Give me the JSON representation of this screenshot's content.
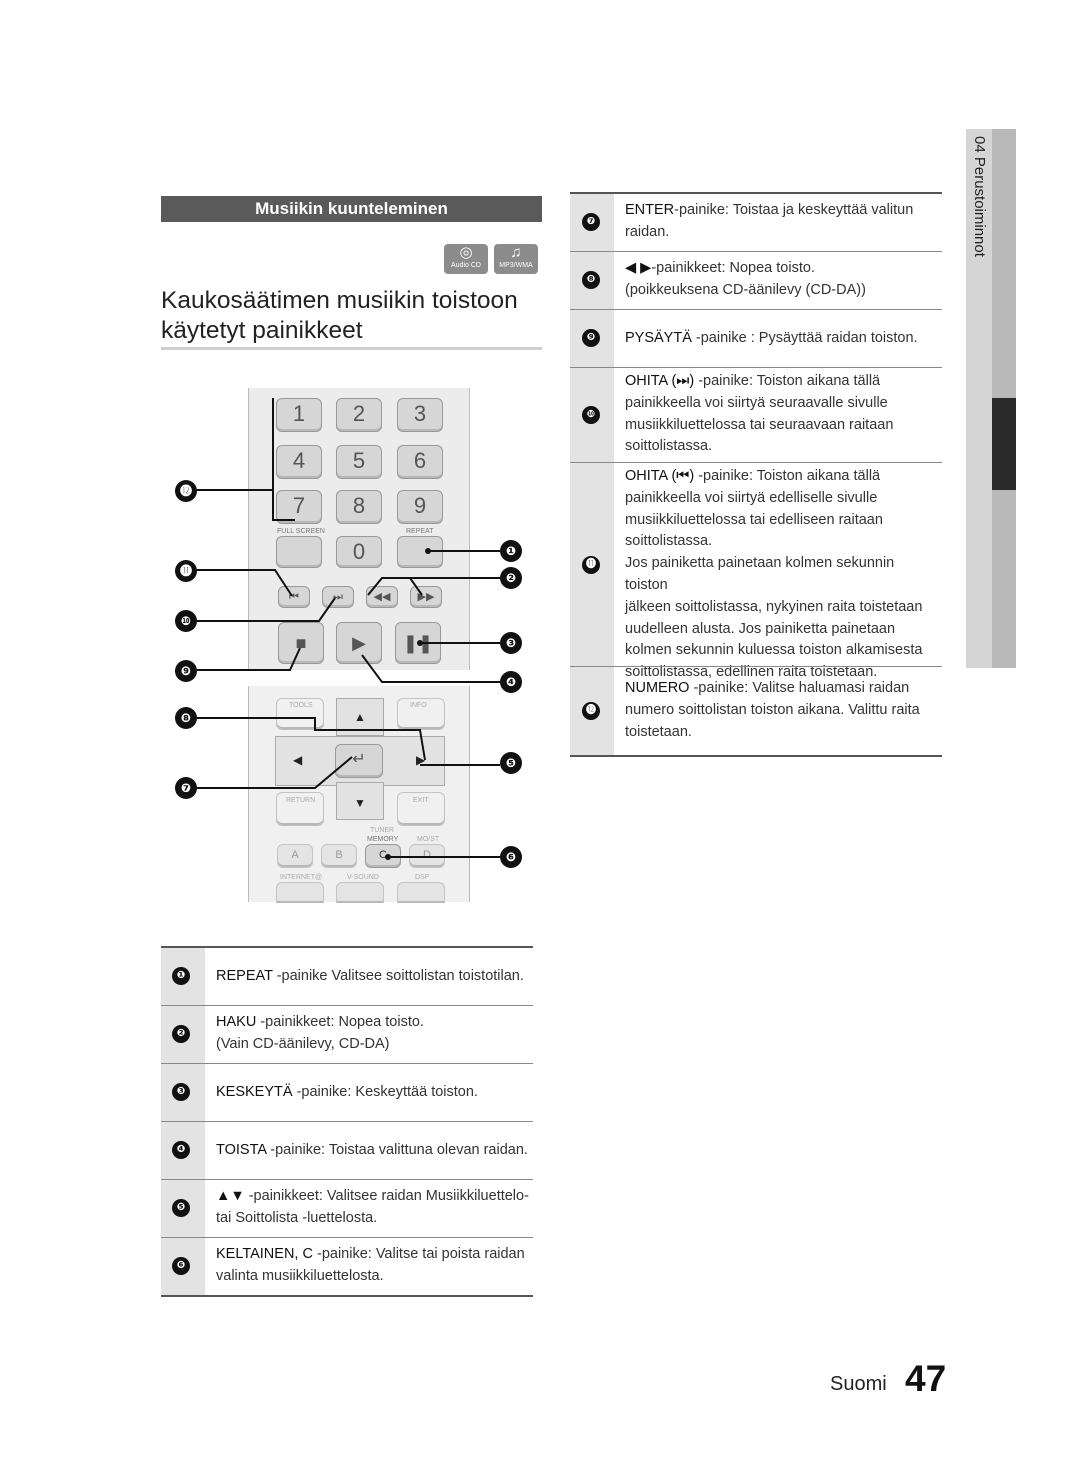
{
  "section_banner": "Musiikin kuunteleminen",
  "disc_icons": [
    {
      "label": "Audio CD",
      "icon": "disc-icon"
    },
    {
      "label": "MP3/WMA",
      "icon": "music-note-icon"
    }
  ],
  "title_line1": "Kaukosäätimen musiikin toistoon",
  "title_line2": "käytetyt painikkeet",
  "remote": {
    "digits": [
      "1",
      "2",
      "3",
      "4",
      "5",
      "6",
      "7",
      "8",
      "9",
      "0"
    ],
    "full_screen": "FULL SCREEN",
    "repeat": "REPEAT",
    "skip_back": "⏮",
    "skip_fwd": "⏭",
    "search_back": "◀◀",
    "search_fwd": "▶▶",
    "stop": "■",
    "play": "▶",
    "pause": "❚❚",
    "tools": "TOOLS",
    "info": "INFO",
    "return": "RETURN",
    "exit": "EXIT",
    "tuner": "TUNER",
    "memory": "MEMORY",
    "mo_st": "MO/ST",
    "color_a": "A",
    "color_b": "B",
    "color_c": "C",
    "color_d": "D",
    "internet": "INTERNET@",
    "vsound": "V-SOUND",
    "dsp": "DSP",
    "up": "▲",
    "down": "▼",
    "left": "◀",
    "right": "▶",
    "enter": "↵"
  },
  "callouts": [
    "❶",
    "❷",
    "❸",
    "❹",
    "❺",
    "❻",
    "❼",
    "❽",
    "❾",
    "❿",
    "⓫",
    "⓬"
  ],
  "left_table": [
    {
      "num": "❶",
      "key": "REPEAT",
      "lines": [
        " -painike Valitsee soittolistan toistotilan."
      ]
    },
    {
      "num": "❷",
      "key": "HAKU",
      "lines": [
        " -painikkeet: Nopea toisto.",
        "(Vain CD-äänilevy, CD-DA)"
      ]
    },
    {
      "num": "❸",
      "key": "KESKEYTÄ",
      "lines": [
        " -painike: Keskeyttää toiston."
      ]
    },
    {
      "num": "❹",
      "key": "TOISTA",
      "lines": [
        " -painike: Toistaa valittuna olevan raidan."
      ]
    },
    {
      "num": "❺",
      "key": "▲▼",
      "lines": [
        " -painikkeet: Valitsee raidan Musiikkiluettelo-",
        "tai Soittolista -luettelosta."
      ]
    },
    {
      "num": "❻",
      "key": "KELTAINEN, C",
      "lines": [
        " -painike: Valitse tai poista raidan",
        "valinta musiikkiluettelosta."
      ]
    }
  ],
  "right_table": [
    {
      "num": "❼",
      "key": "ENTER",
      "lines": [
        "-painike: Toistaa ja keskeyttää valitun",
        "raidan."
      ]
    },
    {
      "num": "❽",
      "key": "◀ ▶",
      "lines": [
        "-painikkeet: Nopea toisto.",
        "(poikkeuksena CD-äänilevy (CD-DA))"
      ]
    },
    {
      "num": "❾",
      "key": "PYSÄYTÄ",
      "lines": [
        " -painike : Pysäyttää raidan toiston."
      ]
    },
    {
      "num": "❿",
      "key": "OHITA (⏭)",
      "lines": [
        " -painike: Toiston aikana tällä",
        "painikkeella voi siirtyä seuraavalle sivulle",
        "musiikkiluettelossa tai seuraavaan raitaan",
        "soittolistassa."
      ]
    },
    {
      "num": "⓫",
      "key": "OHITA (⏮)",
      "lines": [
        " -painike: Toiston aikana tällä",
        "painikkeella voi siirtyä edelliselle sivulle",
        "musiikkiluettelossa tai edelliseen raitaan",
        "soittolistassa.",
        "Jos painiketta painetaan kolmen sekunnin toiston",
        "jälkeen soittolistassa, nykyinen raita toistetaan",
        "uudelleen alusta. Jos painiketta painetaan",
        "kolmen sekunnin kuluessa toiston alkamisesta",
        "soittolistassa, edellinen raita toistetaan."
      ]
    },
    {
      "num": "⓬",
      "key": "NUMERO",
      "lines": [
        " -painike: Valitse haluamasi raidan",
        "numero soittolistan toiston aikana. Valittu raita",
        "toistetaan."
      ]
    }
  ],
  "side_tab": "04  Perustoiminnot",
  "footer": {
    "language": "Suomi",
    "page": "47"
  }
}
